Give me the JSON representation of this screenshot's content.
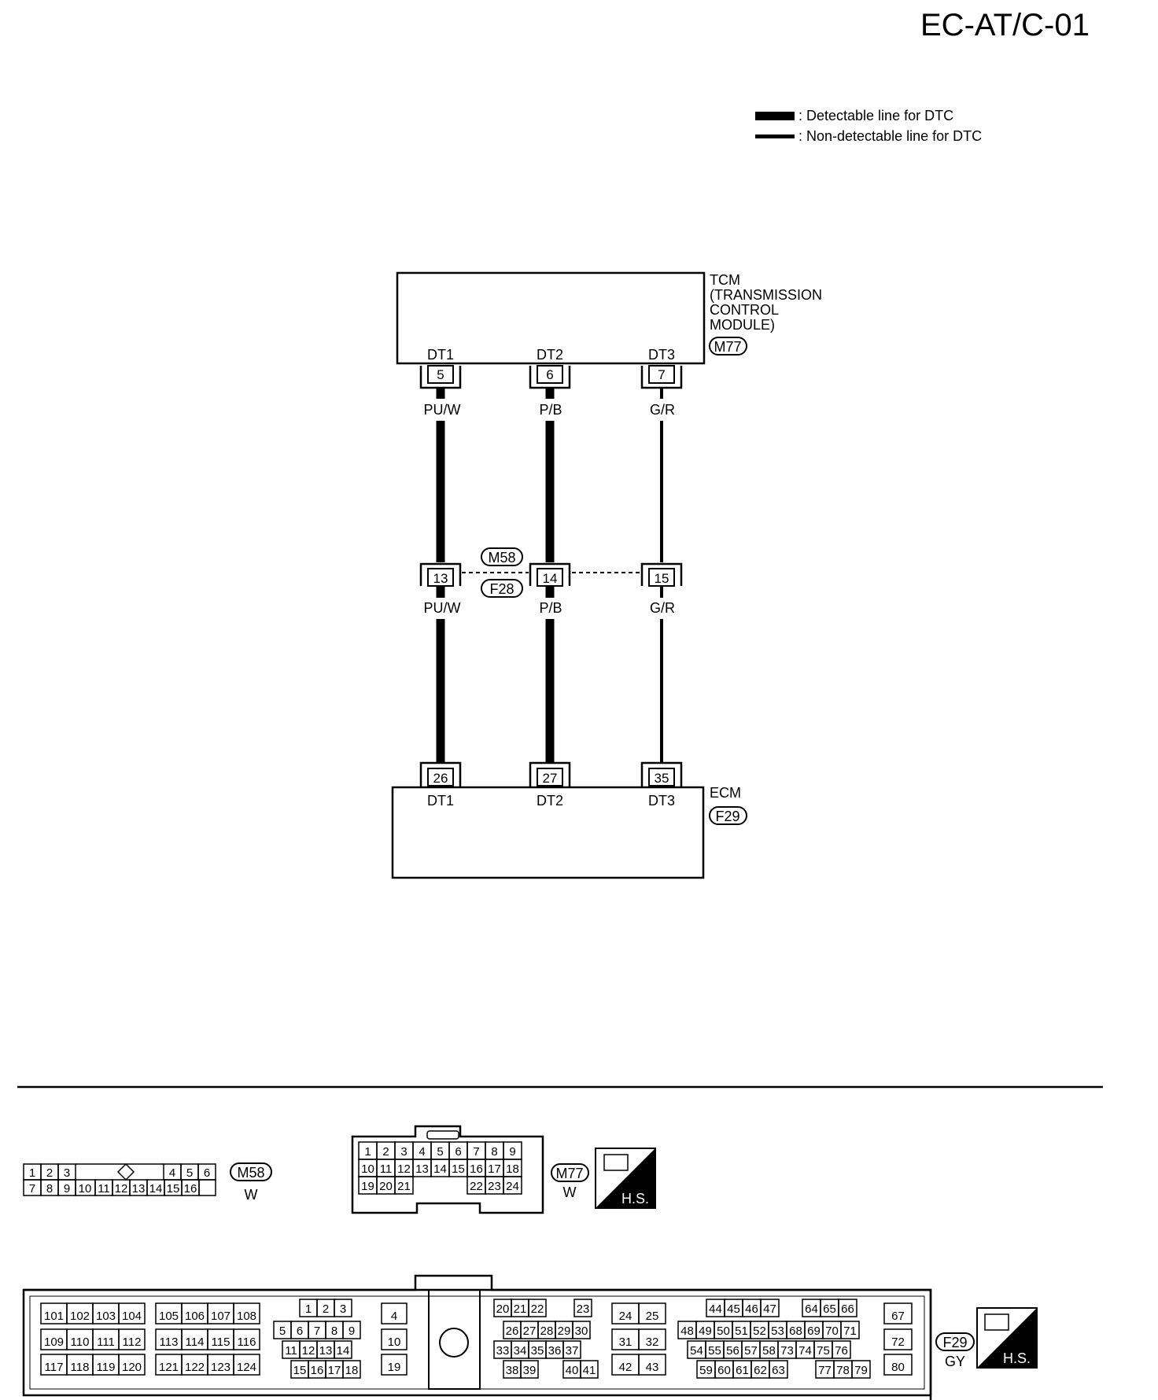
{
  "page": {
    "title": "EC-AT/C-01"
  },
  "legend": [
    {
      "text": ": Detectable line for DTC"
    },
    {
      "text": ": Non-detectable line for DTC"
    }
  ],
  "tcm": {
    "label_lines": [
      "TCM",
      "(TRANSMISSION",
      "CONTROL",
      "MODULE)"
    ],
    "connector": "M77",
    "terminals": [
      {
        "name": "DT1",
        "pin": "5"
      },
      {
        "name": "DT2",
        "pin": "6"
      },
      {
        "name": "DT3",
        "pin": "7"
      }
    ]
  },
  "wires_upper": [
    "PU/W",
    "P/B",
    "G/R"
  ],
  "junction": {
    "connectors": [
      "M58",
      "F28"
    ],
    "pins": [
      "13",
      "14",
      "15"
    ]
  },
  "wires_lower": [
    "PU/W",
    "P/B",
    "G/R"
  ],
  "ecm": {
    "label": "ECM",
    "connector": "F29",
    "terminals": [
      {
        "name": "DT1",
        "pin": "26"
      },
      {
        "name": "DT2",
        "pin": "27"
      },
      {
        "name": "DT3",
        "pin": "35"
      }
    ]
  },
  "connector_views": {
    "m58": {
      "id": "M58",
      "color": "W",
      "row1": [
        "1",
        "2",
        "3",
        "4",
        "5",
        "6"
      ],
      "row2": [
        "7",
        "8",
        "9",
        "10",
        "11",
        "12",
        "13",
        "14",
        "15",
        "16"
      ]
    },
    "m77": {
      "id": "M77",
      "color": "W",
      "row1": [
        "1",
        "2",
        "3",
        "4",
        "5",
        "6",
        "7",
        "8",
        "9"
      ],
      "row2": [
        "10",
        "11",
        "12",
        "13",
        "14",
        "15",
        "16",
        "17",
        "18"
      ],
      "row3": [
        "19",
        "20",
        "21",
        "22",
        "23",
        "24"
      ]
    },
    "f29": {
      "id": "F29",
      "color": "GY",
      "g1": [
        [
          "101",
          "102",
          "103",
          "104"
        ],
        [
          "109",
          "110",
          "111",
          "112"
        ],
        [
          "117",
          "118",
          "119",
          "120"
        ]
      ],
      "g2": [
        [
          "105",
          "106",
          "107",
          "108"
        ],
        [
          "113",
          "114",
          "115",
          "116"
        ],
        [
          "121",
          "122",
          "123",
          "124"
        ]
      ],
      "g3r1": [
        "1",
        "2",
        "3"
      ],
      "g3r2": [
        "5",
        "6",
        "7",
        "8",
        "9"
      ],
      "g3r3": [
        "11",
        "12",
        "13",
        "14"
      ],
      "g3r4": [
        "15",
        "16",
        "17",
        "18"
      ],
      "g4": [
        "4",
        "10",
        "19"
      ],
      "g5r1": [
        "20",
        "21",
        "22",
        "23"
      ],
      "g5r2": [
        "26",
        "27",
        "28",
        "29",
        "30"
      ],
      "g5r3": [
        "33",
        "34",
        "35",
        "36",
        "37"
      ],
      "g5r4": [
        "38",
        "39",
        "40",
        "41"
      ],
      "g6": [
        [
          "24",
          "25"
        ],
        [
          "31",
          "32"
        ],
        [
          "42",
          "43"
        ]
      ],
      "g7r1": [
        "44",
        "45",
        "46",
        "47",
        "64",
        "65",
        "66"
      ],
      "g7r2": [
        "48",
        "49",
        "50",
        "51",
        "52",
        "53",
        "68",
        "69",
        "70",
        "71"
      ],
      "g7r3": [
        "54",
        "55",
        "56",
        "57",
        "58",
        "73",
        "74",
        "75",
        "76"
      ],
      "g7r4": [
        "59",
        "60",
        "61",
        "62",
        "63",
        "77",
        "78",
        "79"
      ],
      "g8": [
        "67",
        "72",
        "80"
      ]
    }
  },
  "hs_badge": "H.S."
}
